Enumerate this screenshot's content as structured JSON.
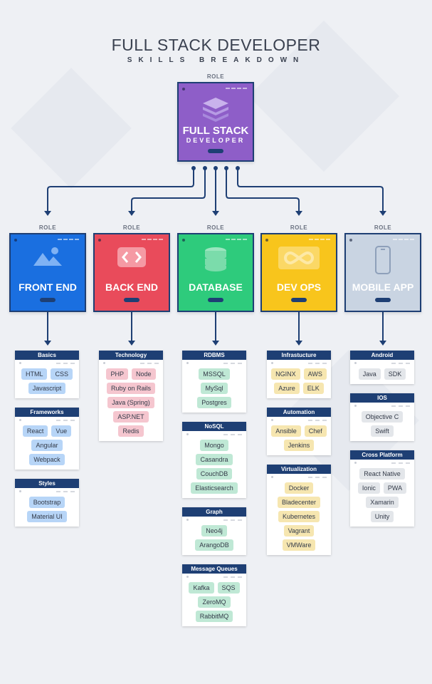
{
  "header": {
    "title": "FULL STACK DEVELOPER",
    "subtitle": "SKILLS BREAKDOWN"
  },
  "main_role": {
    "tag": "ROLE",
    "line1": "FULL STACK",
    "line2": "DEVELOPER",
    "color": "#8e5ec8"
  },
  "roles": [
    {
      "tag": "ROLE",
      "label": "FRONT END",
      "color": "#1a6fe0",
      "icon": "mountain-image-icon"
    },
    {
      "tag": "ROLE",
      "label": "BACK END",
      "color": "#e94b5b",
      "icon": "code-brackets-icon"
    },
    {
      "tag": "ROLE",
      "label": "DATABASE",
      "color": "#2ecb7c",
      "icon": "database-icon"
    },
    {
      "tag": "ROLE",
      "label": "DEV OPS",
      "color": "#f8c51c",
      "icon": "infinity-icon"
    },
    {
      "tag": "ROLE",
      "label": "MOBILE APP",
      "color": "#c9d4e2",
      "icon": "phone-icon"
    }
  ],
  "columns": [
    {
      "color": "blue",
      "groups": [
        {
          "title": "Basics",
          "tags": [
            "HTML",
            "CSS",
            "Javascript"
          ]
        },
        {
          "title": "Frameworks",
          "tags": [
            "React",
            "Vue",
            "Angular",
            "Webpack"
          ]
        },
        {
          "title": "Styles",
          "tags": [
            "Bootstrap",
            "Material UI"
          ]
        }
      ]
    },
    {
      "color": "red",
      "groups": [
        {
          "title": "Technology",
          "tags": [
            "PHP",
            "Node",
            "Ruby on Rails",
            "Java (Spring)",
            "ASP.NET",
            "Redis"
          ]
        }
      ]
    },
    {
      "color": "green",
      "groups": [
        {
          "title": "RDBMS",
          "tags": [
            "MSSQL",
            "MySql",
            "Postgres"
          ]
        },
        {
          "title": "NoSQL",
          "tags": [
            "Mongo",
            "Casandra",
            "CouchDB",
            "Elasticsearch"
          ]
        },
        {
          "title": "Graph",
          "tags": [
            "Neo4j",
            "ArangoDB"
          ]
        },
        {
          "title": "Message Queues",
          "tags": [
            "Kafka",
            "SQS",
            "ZeroMQ",
            "RabbitMQ"
          ]
        }
      ]
    },
    {
      "color": "yellow",
      "groups": [
        {
          "title": "Infrastucture",
          "tags": [
            "NGINX",
            "AWS",
            "Azure",
            "ELK"
          ]
        },
        {
          "title": "Automation",
          "tags": [
            "Ansible",
            "Chef",
            "Jenkins"
          ]
        },
        {
          "title": "Virtualization",
          "tags": [
            "Docker",
            "Bladecenter",
            "Kubernetes",
            "Vagrant",
            "VMWare"
          ]
        }
      ]
    },
    {
      "color": "grey",
      "groups": [
        {
          "title": "Android",
          "tags": [
            "Java",
            "SDK"
          ]
        },
        {
          "title": "IOS",
          "tags": [
            "Objective C",
            "Swift"
          ]
        },
        {
          "title": "Cross Platform",
          "tags": [
            "React Native",
            "Ionic",
            "PWA",
            "Xamarin",
            "Unity"
          ]
        }
      ]
    }
  ]
}
